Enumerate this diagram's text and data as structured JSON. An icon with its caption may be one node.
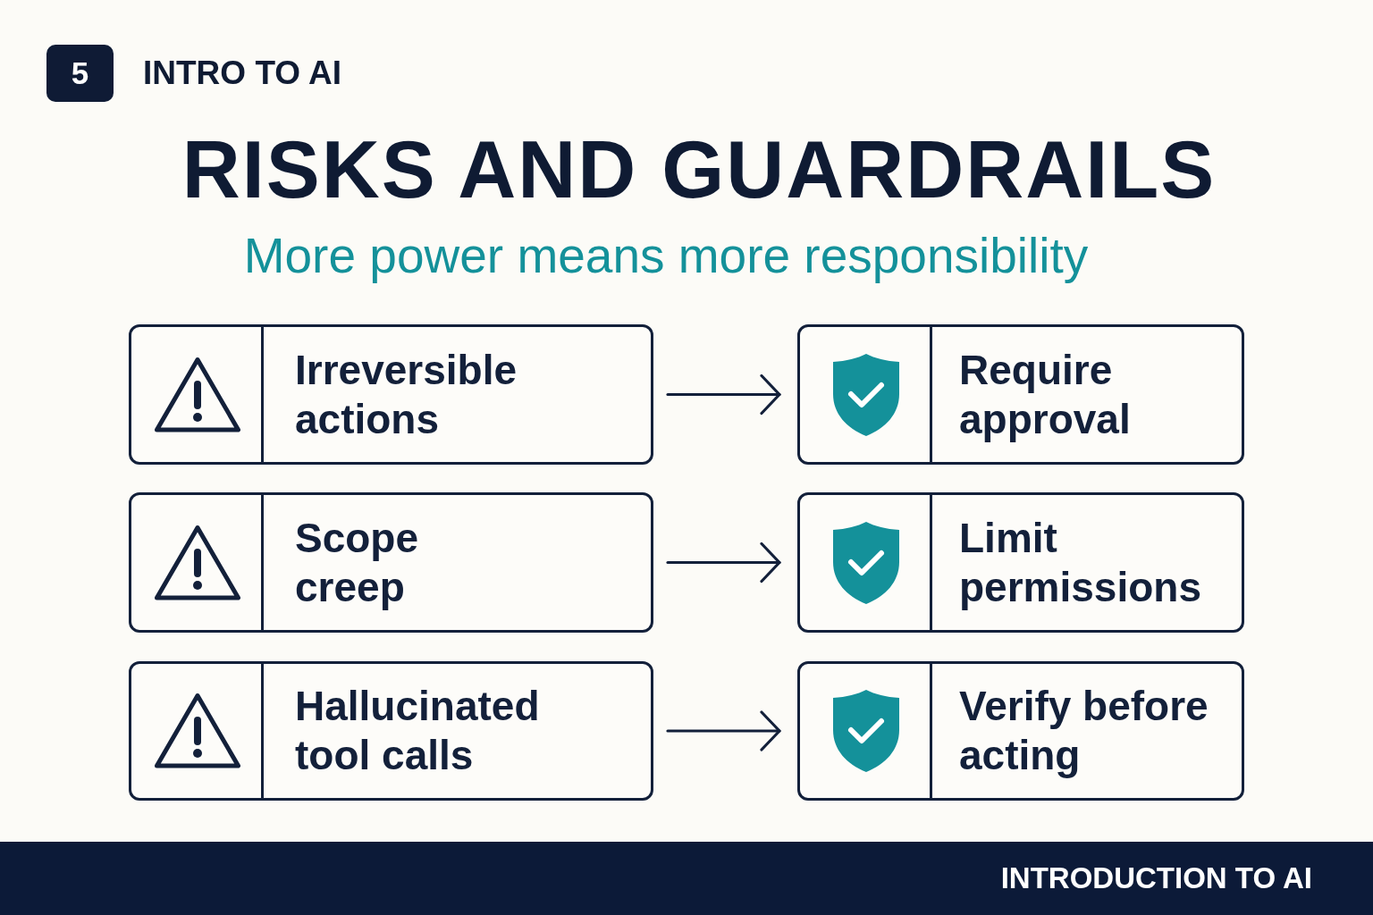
{
  "diagram": {
    "title": "RISKS AND GUARDRAILS",
    "nodes": [
      {
        "text": [
          "5"
        ]
      },
      {
        "text": [
          "Irreversible actions"
        ]
      },
      {
        "text": [
          "Require approval"
        ]
      },
      {
        "text": [
          "Scope creep"
        ]
      },
      {
        "text": [
          "Limit permissions"
        ]
      },
      {
        "text": [
          "Hallucinated tool calls"
        ]
      },
      {
        "text": [
          "Verify before acting"
        ]
      },
      {
        "text": [
          "INTRODUCTION TO AI"
        ]
      }
    ],
    "edges": [
      {
        "from": 1,
        "to": 2,
        "arrow": "to"
      },
      {
        "from": 3,
        "to": 4,
        "arrow": "to"
      },
      {
        "from": 5,
        "to": 6,
        "arrow": "to"
      }
    ],
    "labels": [
      "INTRO TO AI",
      "More power means more responsibility"
    ]
  }
}
